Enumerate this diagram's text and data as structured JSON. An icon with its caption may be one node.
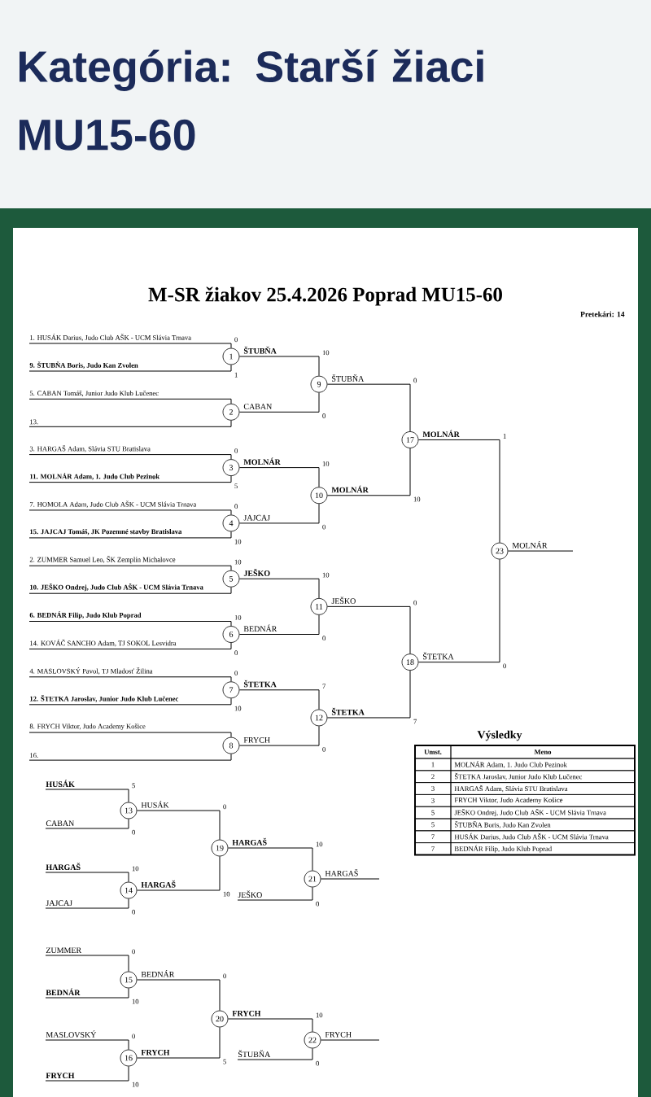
{
  "diagram": {
    "title": "Kategória: Starší žiaci MU15-60",
    "nodes": [
      {
        "text": [
          "1. HUSÁK Darius, Judo Club AŠK - UCM Slávia Trnava"
        ]
      },
      {
        "text": [
          "9. ŠTUBŇA Boris, Judo Kan Zvolen"
        ]
      },
      {
        "text": [
          "5. CABAN Tomáš, Junior Judo Klub Lučenec"
        ]
      },
      {
        "text": [
          "13."
        ]
      },
      {
        "text": [
          "3. HARGAŠ Adam, Slávia STU Bratislava"
        ]
      },
      {
        "text": [
          "11. MOLNÁR Adam, 1. Judo Club Pezinok"
        ]
      },
      {
        "text": [
          "7. HOMOLA Adam, Judo Club AŠK - UCM Slávia Trnava"
        ]
      },
      {
        "text": [
          "15. JAJCAJ Tomáš, JK Pozemné stavby Bratislava"
        ]
      },
      {
        "text": [
          "2. ZUMMER Samuel Leo, ŠK Zemplín Michalovce"
        ]
      },
      {
        "text": [
          "10. JEŠKO Ondrej, Judo Club AŠK - UCM Slávia Trnava"
        ]
      },
      {
        "text": [
          "6. BEDNÁR Filip, Judo Klub Poprad"
        ]
      },
      {
        "text": [
          "14. KOVÁČ SANCHO Adam, TJ SOKOL Lesvidra"
        ]
      },
      {
        "text": [
          "4. MASLOVSKÝ Pavol, TJ Mladosť Žilina"
        ]
      },
      {
        "text": [
          "12. ŠTETKA Jaroslav, Junior Judo Klub Lučenec"
        ]
      },
      {
        "text": [
          "8. FRYCH Viktor, Judo Academy Košice"
        ]
      },
      {
        "text": [
          "16."
        ]
      },
      {
        "text": [
          "1"
        ],
        "beside": [
          "ŠTUBŇA"
        ]
      },
      {
        "text": [
          "2"
        ],
        "beside": [
          "CABAN"
        ]
      },
      {
        "text": [
          "3"
        ],
        "beside": [
          "MOLNÁR"
        ]
      },
      {
        "text": [
          "4"
        ],
        "beside": [
          "JAJCAJ"
        ]
      },
      {
        "text": [
          "5"
        ],
        "beside": [
          "JEŠKO"
        ]
      },
      {
        "text": [
          "6"
        ],
        "beside": [
          "BEDNÁR"
        ]
      },
      {
        "text": [
          "7"
        ],
        "beside": [
          "ŠTETKA"
        ]
      },
      {
        "text": [
          "8"
        ],
        "beside": [
          "FRYCH"
        ]
      },
      {
        "text": [
          "9"
        ],
        "beside": [
          "ŠTUBŇA"
        ]
      },
      {
        "text": [
          "10"
        ],
        "beside": [
          "MOLNÁR"
        ]
      },
      {
        "text": [
          "11"
        ],
        "beside": [
          "JEŠKO"
        ]
      },
      {
        "text": [
          "12"
        ],
        "beside": [
          "ŠTETKA"
        ]
      },
      {
        "text": [
          "17"
        ],
        "beside": [
          "MOLNÁR"
        ]
      },
      {
        "text": [
          "18"
        ],
        "beside": [
          "ŠTETKA"
        ]
      },
      {
        "text": [
          "23"
        ],
        "beside": [
          "MOLNÁR"
        ]
      },
      {
        "text": [
          "HUSÁK"
        ]
      },
      {
        "text": [
          "CABAN"
        ]
      },
      {
        "text": [
          "HARGAŠ"
        ]
      },
      {
        "text": [
          "JAJCAJ"
        ]
      },
      {
        "text": [
          "13"
        ],
        "beside": [
          "HUSÁK"
        ]
      },
      {
        "text": [
          "14"
        ],
        "beside": [
          "HARGAŠ"
        ]
      },
      {
        "text": [
          "19"
        ],
        "beside": [
          "HARGAŠ"
        ]
      },
      {
        "text": [
          "JEŠKO"
        ]
      },
      {
        "text": [
          "21"
        ],
        "beside": [
          "HARGAŠ"
        ]
      },
      {
        "text": [
          "ZUMMER"
        ]
      },
      {
        "text": [
          "BEDNÁR"
        ]
      },
      {
        "text": [
          "MASLOVSKÝ"
        ]
      },
      {
        "text": [
          "FRYCH"
        ]
      },
      {
        "text": [
          "15"
        ],
        "beside": [
          "BEDNÁR"
        ]
      },
      {
        "text": [
          "16"
        ],
        "beside": [
          "FRYCH"
        ]
      },
      {
        "text": [
          "20"
        ],
        "beside": [
          "FRYCH"
        ]
      },
      {
        "text": [
          "ŠTUBŇA"
        ]
      },
      {
        "text": [
          "22"
        ],
        "beside": [
          "FRYCH"
        ]
      }
    ],
    "edges": [
      {
        "from": 0,
        "to": 16,
        "arrow": "none",
        "label": "0"
      },
      {
        "from": 1,
        "to": 16,
        "arrow": "none",
        "label": "1"
      },
      {
        "from": 2,
        "to": 17,
        "arrow": "none"
      },
      {
        "from": 3,
        "to": 17,
        "arrow": "none"
      },
      {
        "from": 4,
        "to": 18,
        "arrow": "none",
        "label": "0"
      },
      {
        "from": 5,
        "to": 18,
        "arrow": "none",
        "label": "5"
      },
      {
        "from": 6,
        "to": 19,
        "arrow": "none",
        "label": "0"
      },
      {
        "from": 7,
        "to": 19,
        "arrow": "none",
        "label": "10"
      },
      {
        "from": 8,
        "to": 20,
        "arrow": "none",
        "label": "10"
      },
      {
        "from": 9,
        "to": 20,
        "arrow": "none"
      },
      {
        "from": 10,
        "to": 21,
        "arrow": "none",
        "label": "10"
      },
      {
        "from": 11,
        "to": 21,
        "arrow": "none",
        "label": "0"
      },
      {
        "from": 12,
        "to": 22,
        "arrow": "none",
        "label": "0"
      },
      {
        "from": 13,
        "to": 22,
        "arrow": "none",
        "label": "10"
      },
      {
        "from": 14,
        "to": 23,
        "arrow": "none"
      },
      {
        "from": 15,
        "to": 23,
        "arrow": "none"
      },
      {
        "from": 16,
        "to": 24,
        "arrow": "none",
        "label": "10"
      },
      {
        "from": 17,
        "to": 24,
        "arrow": "none",
        "label": "0"
      },
      {
        "from": 18,
        "to": 25,
        "arrow": "none",
        "label": "10"
      },
      {
        "from": 19,
        "to": 25,
        "arrow": "none",
        "label": "0"
      },
      {
        "from": 20,
        "to": 26,
        "arrow": "none",
        "label": "10"
      },
      {
        "from": 21,
        "to": 26,
        "arrow": "none",
        "label": "0"
      },
      {
        "from": 22,
        "to": 27,
        "arrow": "none",
        "label": "7"
      },
      {
        "from": 23,
        "to": 27,
        "arrow": "none",
        "label": "0"
      },
      {
        "from": 24,
        "to": 28,
        "arrow": "none",
        "label": "0"
      },
      {
        "from": 25,
        "to": 28,
        "arrow": "none",
        "label": "10"
      },
      {
        "from": 26,
        "to": 29,
        "arrow": "none",
        "label": "0"
      },
      {
        "from": 27,
        "to": 29,
        "arrow": "none",
        "label": "7"
      },
      {
        "from": 28,
        "to": 30,
        "arrow": "none",
        "label": "1"
      },
      {
        "from": 29,
        "to": 30,
        "arrow": "none",
        "label": "0"
      },
      {
        "from": 30,
        "to": null,
        "arrow": "none"
      },
      {
        "from": 31,
        "to": 35,
        "arrow": "none",
        "label": "5"
      },
      {
        "from": 32,
        "to": 35,
        "arrow": "none",
        "label": "0"
      },
      {
        "from": 33,
        "to": 36,
        "arrow": "none",
        "label": "10"
      },
      {
        "from": 34,
        "to": 36,
        "arrow": "none",
        "label": "0"
      },
      {
        "from": 35,
        "to": 37,
        "arrow": "none",
        "label": "0"
      },
      {
        "from": 36,
        "to": 37,
        "arrow": "none",
        "label": "10"
      },
      {
        "from": 37,
        "to": 39,
        "arrow": "none",
        "label": "10"
      },
      {
        "from": 38,
        "to": 39,
        "arrow": "none",
        "label": "0"
      },
      {
        "from": 39,
        "to": null,
        "arrow": "none"
      },
      {
        "from": 40,
        "to": 44,
        "arrow": "none",
        "label": "0"
      },
      {
        "from": 41,
        "to": 44,
        "arrow": "none",
        "label": "10"
      },
      {
        "from": 42,
        "to": 45,
        "arrow": "none",
        "label": "0"
      },
      {
        "from": 43,
        "to": 45,
        "arrow": "none",
        "label": "10"
      },
      {
        "from": 44,
        "to": 46,
        "arrow": "none",
        "label": "0"
      },
      {
        "from": 45,
        "to": 46,
        "arrow": "none",
        "label": "5"
      },
      {
        "from": 46,
        "to": 48,
        "arrow": "none",
        "label": "10"
      },
      {
        "from": 47,
        "to": 48,
        "arrow": "none",
        "label": "0"
      },
      {
        "from": 48,
        "to": null,
        "arrow": "none"
      }
    ],
    "labels": [
      "M-SR žiakov 25.4.2026 Poprad MU15-60",
      "Pretekári: 14",
      "Výsledky",
      "Umst.",
      "Meno",
      "1",
      "MOLNÁR Adam, 1. Judo Club Pezinok",
      "2",
      "ŠTETKA Jaroslav, Junior Judo Klub Lučenec",
      "3",
      "HARGAŠ Adam, Slávia STU Bratislava",
      "3",
      "FRYCH Viktor, Judo Academy Košice",
      "5",
      "JEŠKO Ondrej, Judo Club AŠK - UCM Slávia Trnava",
      "5",
      "ŠTUBŇA Boris, Judo Kan Zvolen",
      "7",
      "HUSÁK Darius, Judo Club AŠK - UCM Slávia Trnava",
      "7",
      "BEDNÁR Filip, Judo Klub Poprad"
    ]
  }
}
